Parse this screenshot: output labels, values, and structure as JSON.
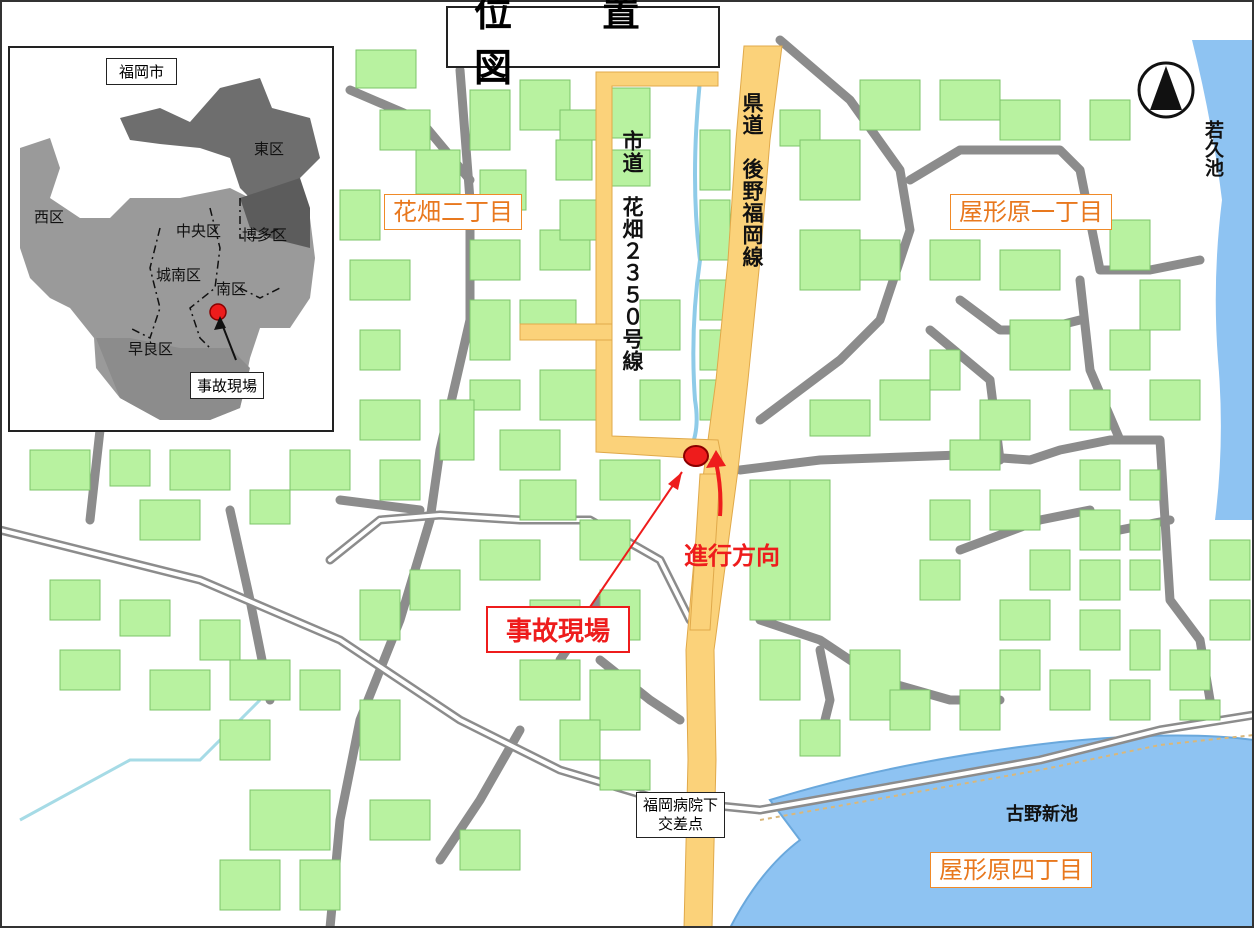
{
  "title": "位　置　図",
  "areas": {
    "hanahata2": "花畑二丁目",
    "yakatabaru1": "屋形原一丁目",
    "yakatabaru4": "屋形原四丁目"
  },
  "roads": {
    "city_road": "市道　花畑２３５０号線",
    "pref_road": "県道　後野福岡線"
  },
  "labels": {
    "direction": "進行方向",
    "accident_site": "事故現場",
    "intersection": "福岡病院下\n交差点",
    "pond_koya": "古野新池",
    "pond_wakuhisa": "若久池"
  },
  "inset": {
    "title": "福岡市",
    "wards": [
      "東区",
      "西区",
      "中央区",
      "博多区",
      "城南区",
      "南区",
      "早良区"
    ],
    "accident_box": "事故現場"
  },
  "colors": {
    "building": "#b8f2a0",
    "main_road": "#fbd27a",
    "water": "#8ec3f2",
    "road": "#8c8c8c",
    "accent_red": "#ee1c1c",
    "area_orange": "#f08a28"
  },
  "icons": {
    "north": "north-arrow-icon",
    "accident": "accident-marker-icon"
  }
}
